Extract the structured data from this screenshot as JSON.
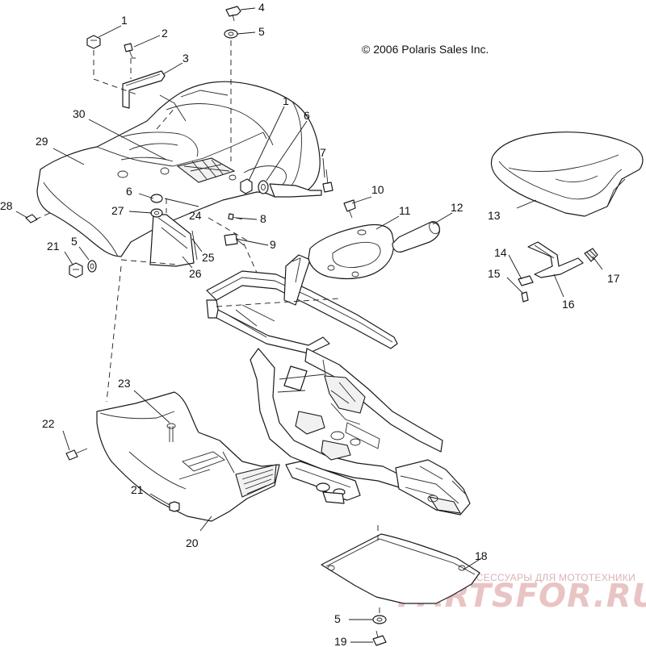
{
  "copyright": "© 2006 Polaris Sales Inc.",
  "watermark": {
    "caption": "ЗАПЧАСТИ И АКСЕССУАРЫ ДЛЯ МОТОТЕХНИКИ",
    "brand": "PARTSFOR.RU"
  },
  "callouts": [
    {
      "id": "c1a",
      "text": "1"
    },
    {
      "id": "c2",
      "text": "2"
    },
    {
      "id": "c3",
      "text": "3"
    },
    {
      "id": "c4",
      "text": "4"
    },
    {
      "id": "c5a",
      "text": "5"
    },
    {
      "id": "c30",
      "text": "30"
    },
    {
      "id": "c1b",
      "text": "1"
    },
    {
      "id": "c6a",
      "text": "6"
    },
    {
      "id": "c7",
      "text": "7"
    },
    {
      "id": "c29",
      "text": "29"
    },
    {
      "id": "c28",
      "text": "28"
    },
    {
      "id": "c6b",
      "text": "6"
    },
    {
      "id": "c27",
      "text": "27"
    },
    {
      "id": "c24",
      "text": "24"
    },
    {
      "id": "c8",
      "text": "8"
    },
    {
      "id": "c9",
      "text": "9"
    },
    {
      "id": "c10",
      "text": "10"
    },
    {
      "id": "c11",
      "text": "11"
    },
    {
      "id": "c12",
      "text": "12"
    },
    {
      "id": "c13",
      "text": "13"
    },
    {
      "id": "c21a",
      "text": "21"
    },
    {
      "id": "c5b",
      "text": "5"
    },
    {
      "id": "c25",
      "text": "25"
    },
    {
      "id": "c26",
      "text": "26"
    },
    {
      "id": "c14",
      "text": "14"
    },
    {
      "id": "c15",
      "text": "15"
    },
    {
      "id": "c16",
      "text": "16"
    },
    {
      "id": "c17",
      "text": "17"
    },
    {
      "id": "c23",
      "text": "23"
    },
    {
      "id": "c22",
      "text": "22"
    },
    {
      "id": "c21b",
      "text": "21"
    },
    {
      "id": "c20",
      "text": "20"
    },
    {
      "id": "c18",
      "text": "18"
    },
    {
      "id": "c5c",
      "text": "5"
    },
    {
      "id": "c19",
      "text": "19"
    }
  ]
}
